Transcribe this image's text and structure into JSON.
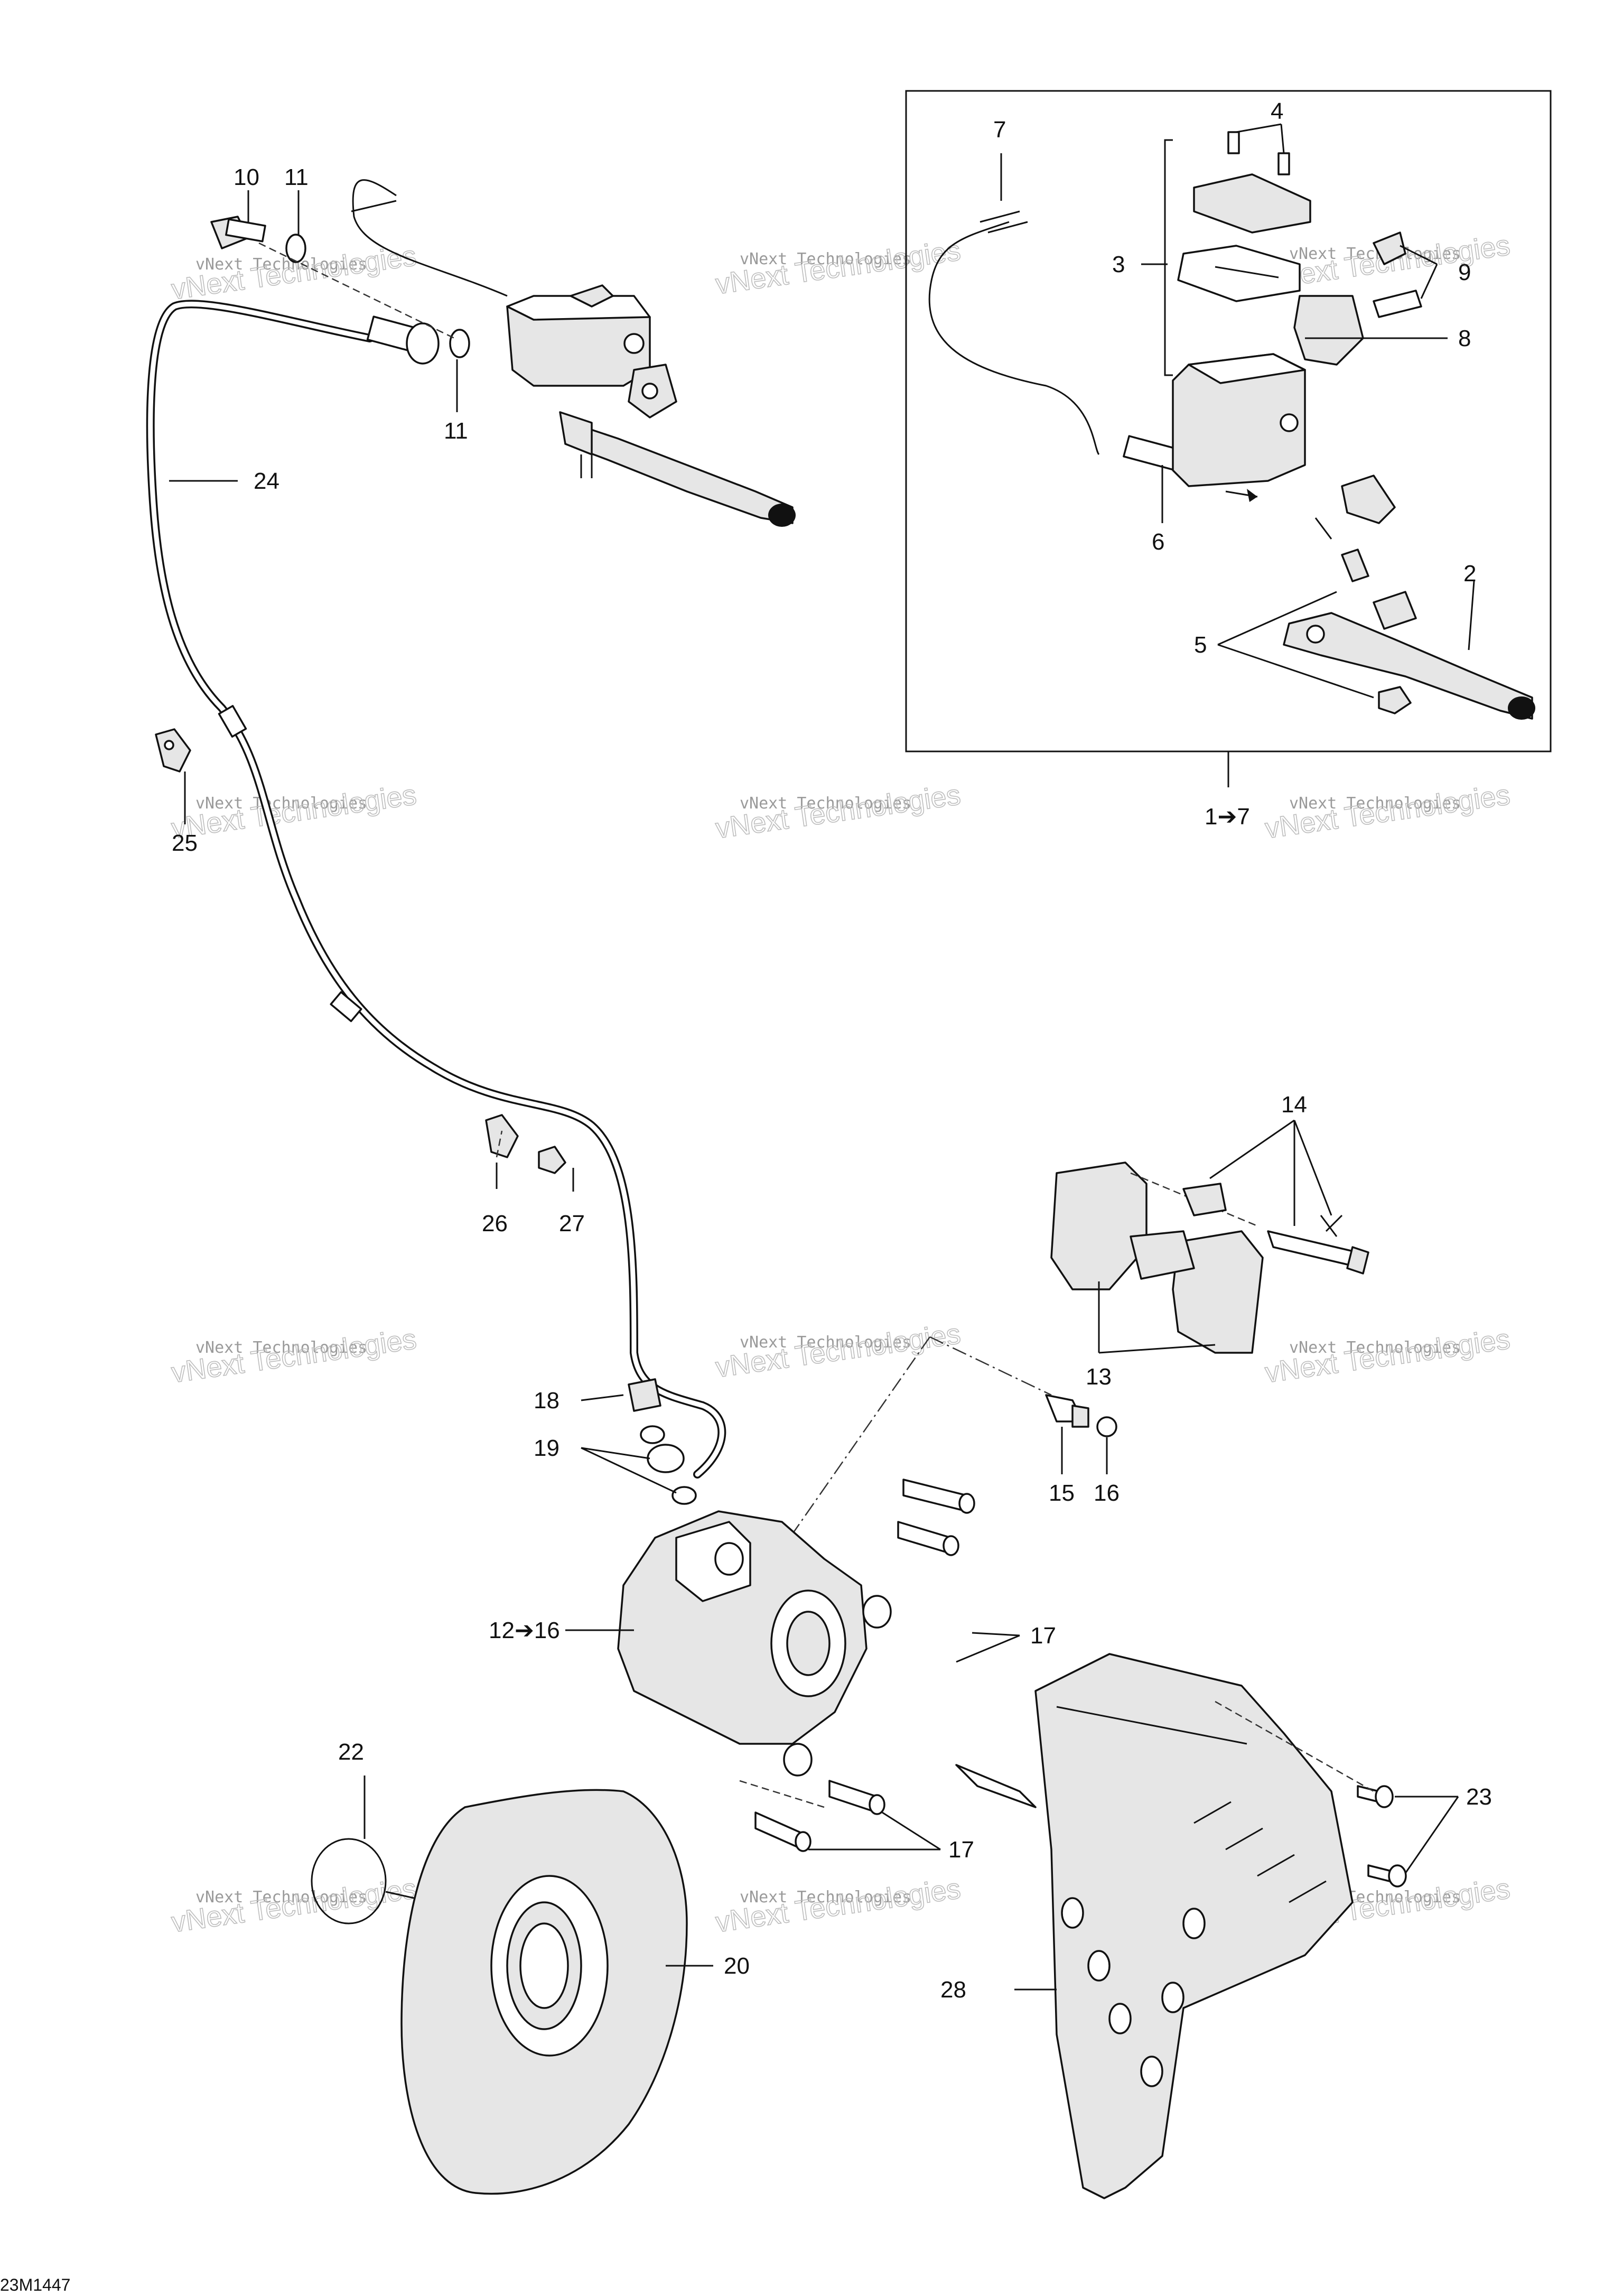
{
  "figure_id": "23M1447",
  "watermark": {
    "line1": "vNext Technologies",
    "line2": "vNext Technologies"
  },
  "callouts": {
    "c1": "1➔7",
    "c2": "2",
    "c3": "3",
    "c4": "4",
    "c5": "5",
    "c6": "6",
    "c7": "7",
    "c8": "8",
    "c9": "9",
    "c10": "10",
    "c11a": "11",
    "c11b": "11",
    "c12": "12➔16",
    "c13": "13",
    "c14": "14",
    "c15": "15",
    "c16": "16",
    "c17a": "17",
    "c17b": "17",
    "c18": "18",
    "c19": "19",
    "c20": "20",
    "c22": "22",
    "c23": "23",
    "c24": "24",
    "c25": "25",
    "c26": "26",
    "c27": "27",
    "c28": "28"
  }
}
